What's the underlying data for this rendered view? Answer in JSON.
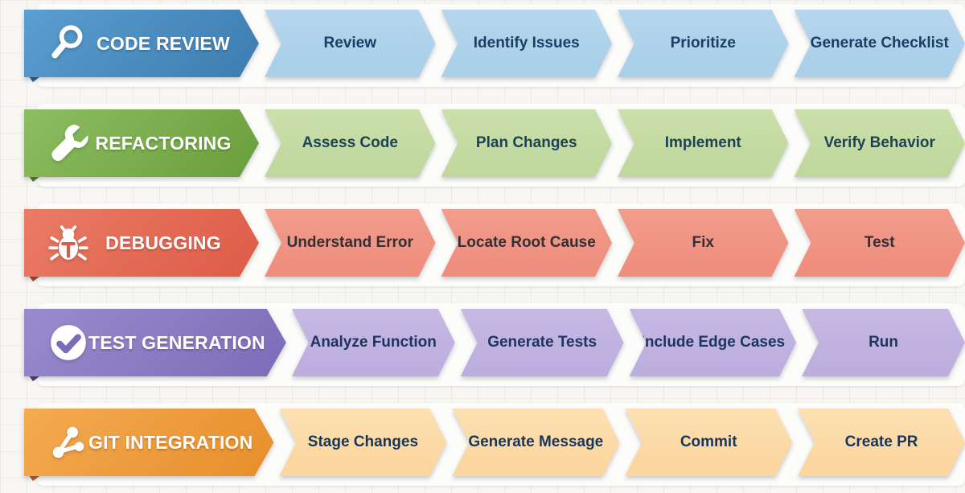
{
  "rows": [
    {
      "id": "code-review",
      "title": "CODE REVIEW",
      "icon": "search-icon",
      "steps": [
        "Review",
        "Identify Issues",
        "Prioritize",
        "Generate Checklist"
      ],
      "colors": {
        "head_from": "#5b9ed1",
        "head_to": "#3d7cae",
        "step_bg": "#a9cfe9",
        "step_light": "#b6d7ee",
        "step_text": "#1c3e66",
        "fold": "#2a5a85"
      }
    },
    {
      "id": "refactoring",
      "title": "REFACTORING",
      "icon": "wrench-icon",
      "steps": [
        "Assess Code",
        "Plan Changes",
        "Implement",
        "Verify Behavior"
      ],
      "colors": {
        "head_from": "#8dbe61",
        "head_to": "#699e3c",
        "step_bg": "#c0d89d",
        "step_light": "#cbdfab",
        "step_text": "#1c4255",
        "fold": "#4e7e28"
      }
    },
    {
      "id": "debugging",
      "title": "DEBUGGING",
      "icon": "bug-icon",
      "steps": [
        "Understand Error",
        "Locate Root Cause",
        "Fix",
        "Test"
      ],
      "colors": {
        "head_from": "#ea7c66",
        "head_to": "#dd5b46",
        "step_bg": "#ef8e7d",
        "step_light": "#f29d8d",
        "step_text": "#332f36",
        "fold": "#a93d2b"
      }
    },
    {
      "id": "test-generation",
      "title": "TEST GENERATION",
      "icon": "check-circle-icon",
      "steps": [
        "Analyze Function",
        "Generate Tests",
        "Include Edge Cases",
        "Run"
      ],
      "colors": {
        "head_from": "#9a8bce",
        "head_to": "#7c6cb8",
        "step_bg": "#bcaede",
        "step_light": "#c6b9e4",
        "step_text": "#1e3460",
        "fold": "#443b6e"
      }
    },
    {
      "id": "git-integration",
      "title": "GIT INTEGRATION",
      "icon": "git-branch-icon",
      "steps": [
        "Stage Changes",
        "Generate Message",
        "Commit",
        "Create PR"
      ],
      "colors": {
        "head_from": "#f4ab51",
        "head_to": "#e78e2b",
        "step_bg": "#fbd69f",
        "step_light": "#fde0b2",
        "step_text": "#17365c",
        "fold": "#b05326"
      }
    }
  ]
}
